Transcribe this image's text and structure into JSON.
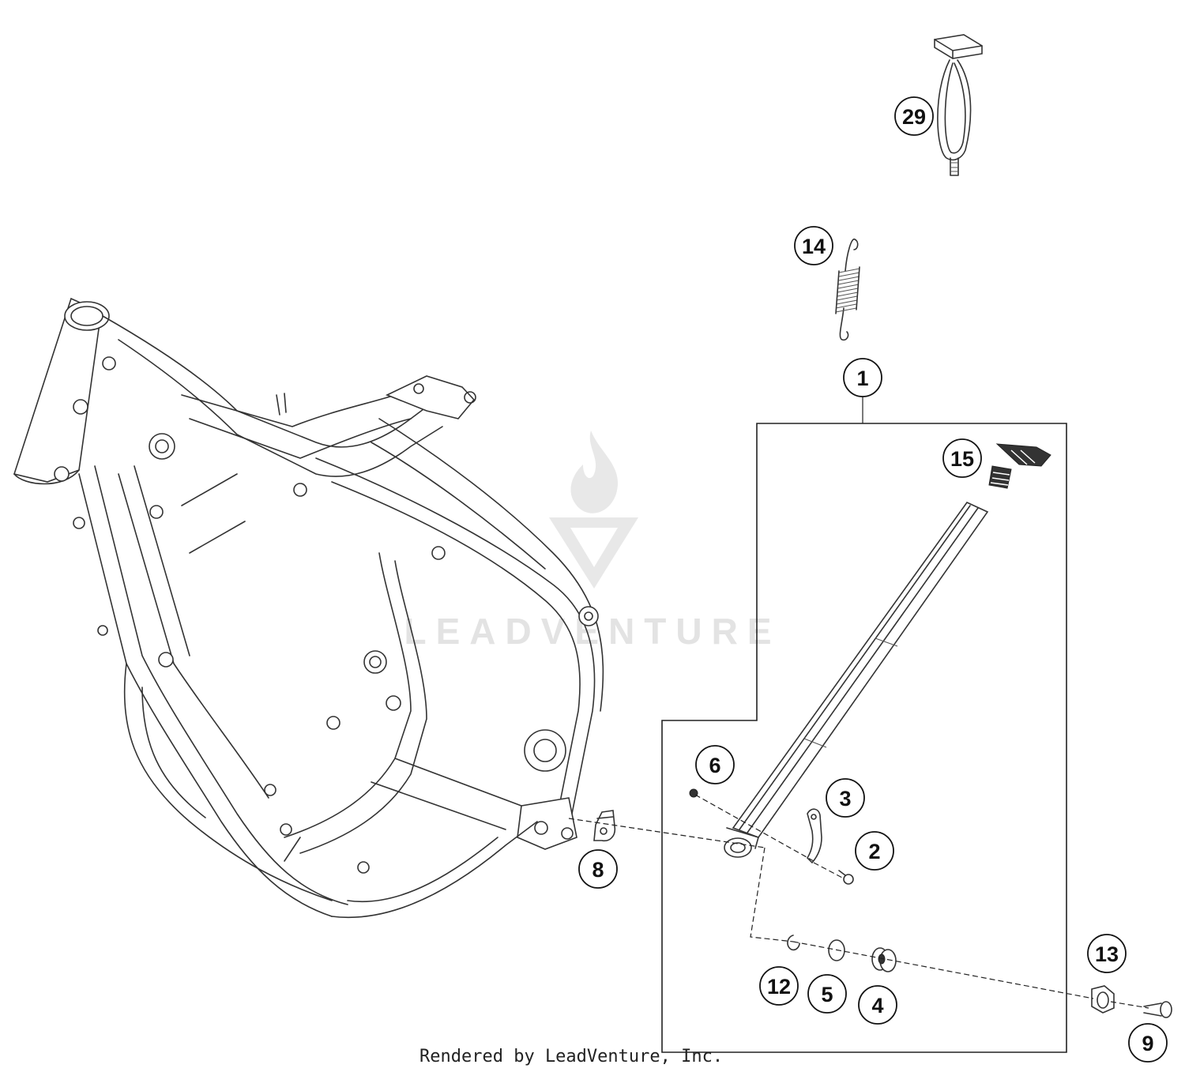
{
  "callouts": [
    {
      "label": "29"
    },
    {
      "label": "14"
    },
    {
      "label": "1"
    },
    {
      "label": "15"
    },
    {
      "label": "6"
    },
    {
      "label": "3"
    },
    {
      "label": "2"
    },
    {
      "label": "8"
    },
    {
      "label": "13"
    },
    {
      "label": "12"
    },
    {
      "label": "5"
    },
    {
      "label": "4"
    },
    {
      "label": "9"
    }
  ],
  "watermark": {
    "text": "LEADVENTURE"
  },
  "credit": {
    "text": "Rendered by LeadVenture, Inc."
  }
}
